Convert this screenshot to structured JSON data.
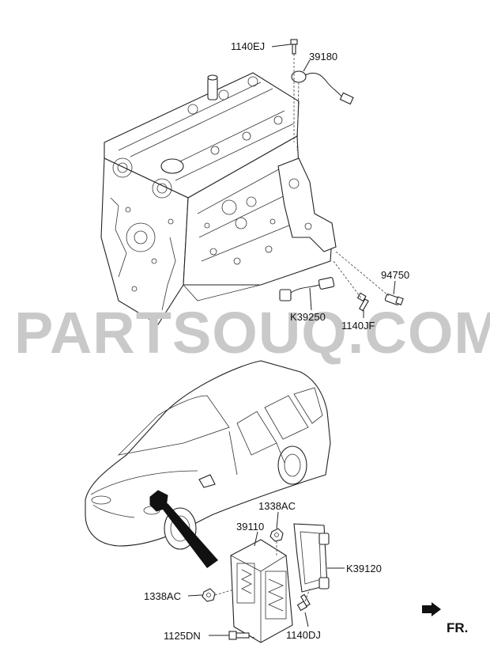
{
  "watermark": "PARTSOUQ.COM",
  "direction_label": "FR.",
  "callouts": [
    {
      "id": "1140EJ",
      "text": "1140EJ"
    },
    {
      "id": "39180",
      "text": "39180"
    },
    {
      "id": "94750",
      "text": "94750"
    },
    {
      "id": "K39250",
      "text": "K39250"
    },
    {
      "id": "1140JF",
      "text": "1140JF"
    },
    {
      "id": "1338AC_top",
      "text": "1338AC"
    },
    {
      "id": "39110",
      "text": "39110"
    },
    {
      "id": "K39120",
      "text": "K39120"
    },
    {
      "id": "1338AC_left",
      "text": "1338AC"
    },
    {
      "id": "1140DJ",
      "text": "1140DJ"
    },
    {
      "id": "1125DN",
      "text": "1125DN"
    }
  ]
}
